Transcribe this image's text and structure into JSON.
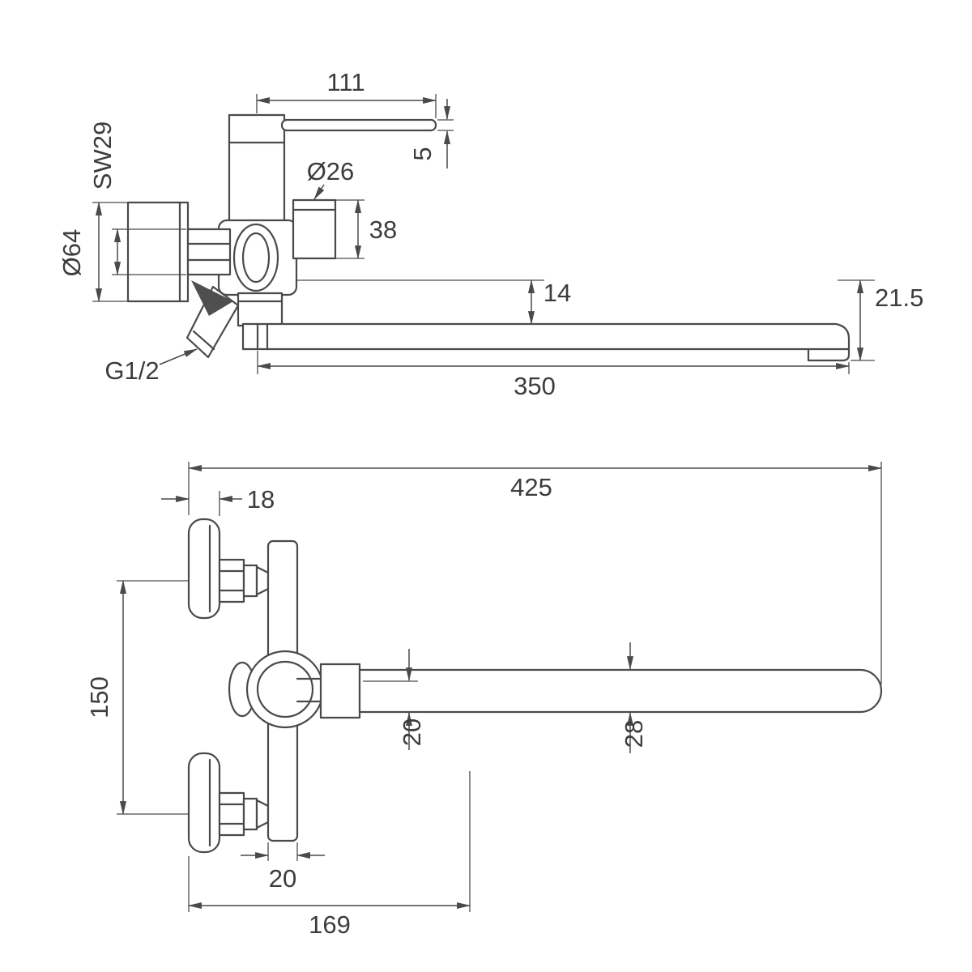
{
  "page": {
    "background": "#ffffff"
  },
  "drawing": {
    "line_color": "#4a4a4a",
    "text_color": "#3c3c3c",
    "side_view": {
      "dims": {
        "handle_length": "111",
        "handle_thickness": "5",
        "nut_wrench_size": "SW29",
        "escutcheon_diameter": "Ø64",
        "diverter_diameter": "Ø26",
        "diverter_length": "38",
        "spout_top_offset": "14",
        "spout_end_height": "21.5",
        "spout_reach": "350",
        "shower_outlet_thread": "G1/2"
      }
    },
    "front_view": {
      "dims": {
        "overall_length": "425",
        "escutcheon_depth": "18",
        "connection_centres": "150",
        "spout_bore_height": "20",
        "spout_body_height": "28",
        "body_width": "20",
        "wall_projection": "169"
      }
    }
  }
}
